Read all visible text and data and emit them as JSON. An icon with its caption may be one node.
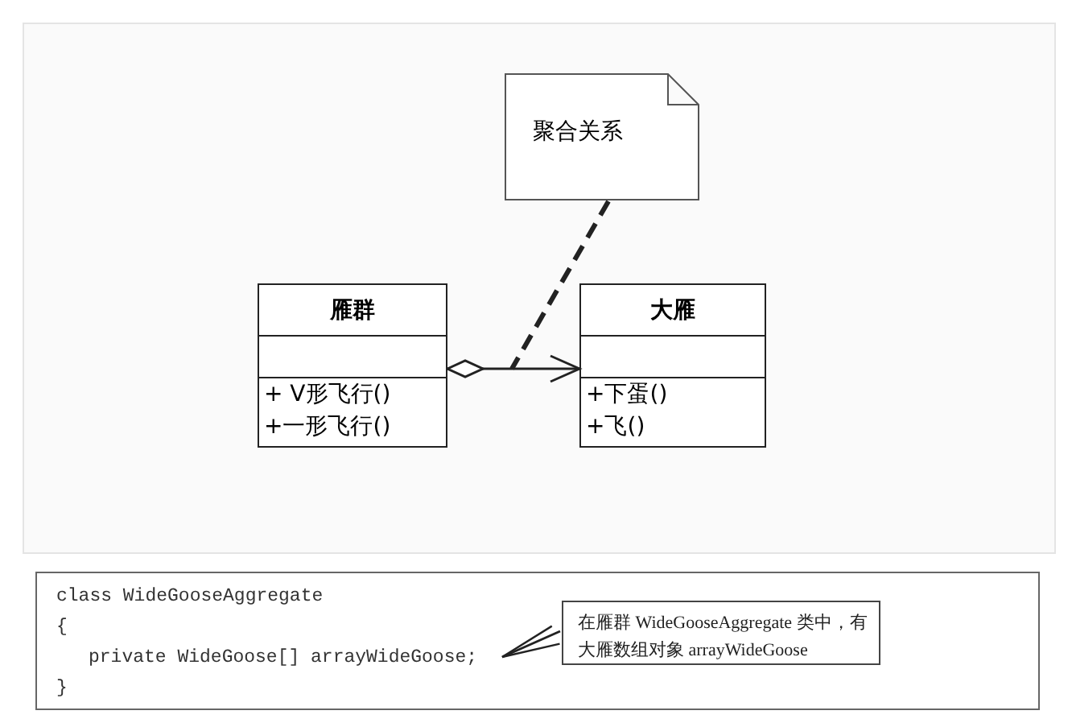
{
  "diagram": {
    "nodes": [
      {
        "text": [
          "聚合关系"
        ]
      },
      {
        "text": [
          "雁群",
          "+ V形飞行()",
          "+一形飞行()"
        ]
      },
      {
        "text": [
          "大雁",
          "+下蛋()",
          "+飞()"
        ]
      },
      {
        "text": [
          "class WideGooseAggregate",
          "{",
          "private WideGoose[] arrayWideGoose;",
          "}"
        ]
      },
      {
        "text": [
          "在雁群 WideGooseAggregate 类中，有大雁数组对象 arrayWideGoose"
        ],
        "in": 3
      }
    ],
    "edges": [
      {
        "from": 1,
        "to": 2,
        "arrow": "to"
      },
      {
        "from": 0,
        "to": null,
        "arrow": "none",
        "style": "dashed"
      },
      {
        "from": 4,
        "to": 3,
        "arrow": "to"
      }
    ]
  }
}
